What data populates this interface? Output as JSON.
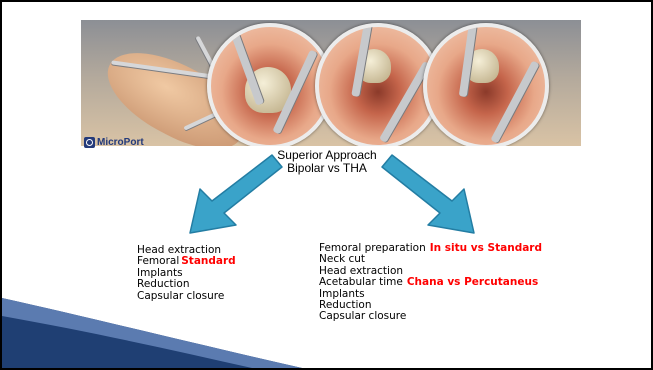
{
  "photo": {
    "logo_text": "MicroPort"
  },
  "title": {
    "line1": "Superior Approach",
    "line2": "Bipolar vs THA"
  },
  "colors": {
    "arrow": "#3aa3c9",
    "arrow_dark": "#237da3",
    "highlight": "#ff0000",
    "swoosh": "#1f3f73"
  },
  "left_list": {
    "items": [
      "Head extraction",
      "Femoral",
      "Implants",
      "Reduction",
      "Capsular closure"
    ],
    "femoral_highlight": "Standard"
  },
  "right_list": {
    "items": [
      "Femoral preparation",
      "Neck cut",
      "Head extraction",
      "Acetabular time",
      "Implants",
      "Reduction",
      "Capsular closure"
    ],
    "femoral_highlight": "In situ vs Standard",
    "acetabular_highlight": "Chana vs Percutaneus"
  }
}
